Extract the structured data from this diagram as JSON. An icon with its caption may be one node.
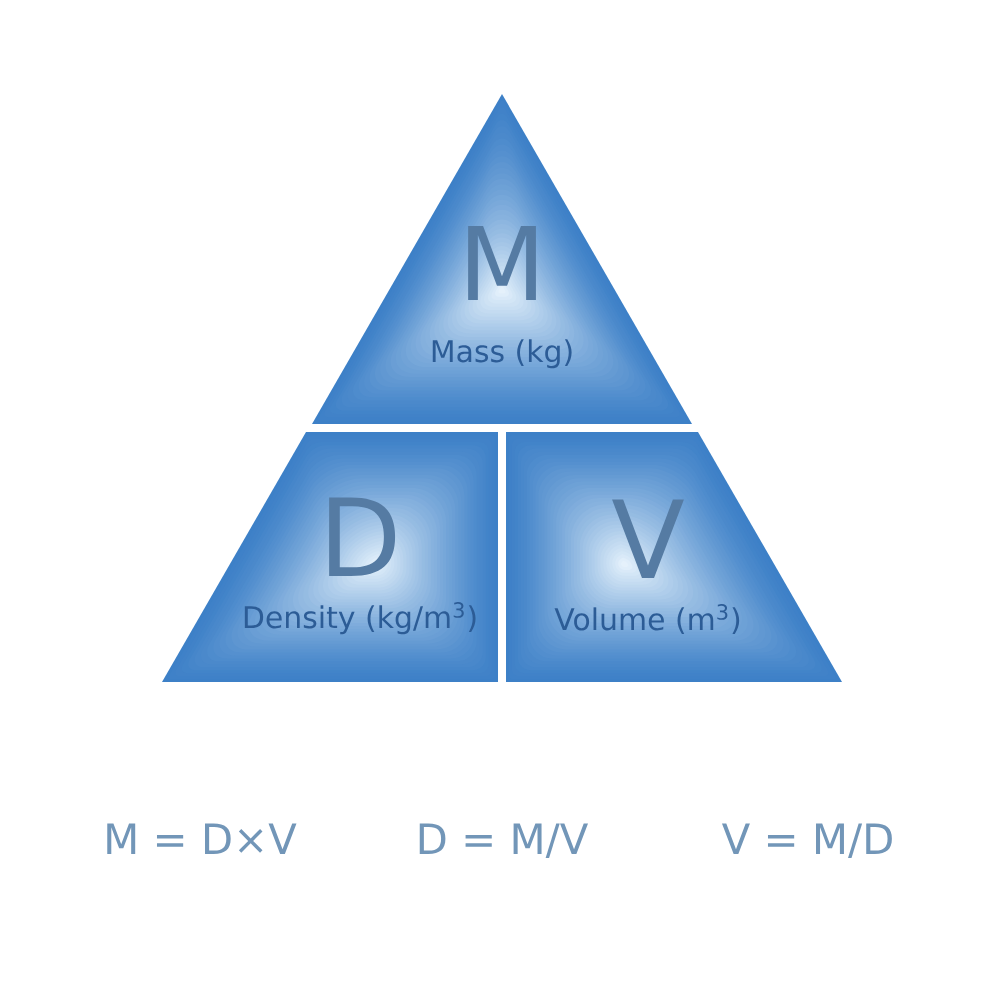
{
  "diagram": {
    "nodes": [
      {
        "text": [
          "M",
          "Mass (kg)"
        ]
      },
      {
        "text": [
          "D",
          "Density (kg/m$^{3}$)"
        ]
      },
      {
        "text": [
          "V",
          "Volume (m$^{3}$)"
        ]
      }
    ],
    "labels": [
      "M = D×V",
      "D = M/V",
      "V = M/D"
    ]
  }
}
